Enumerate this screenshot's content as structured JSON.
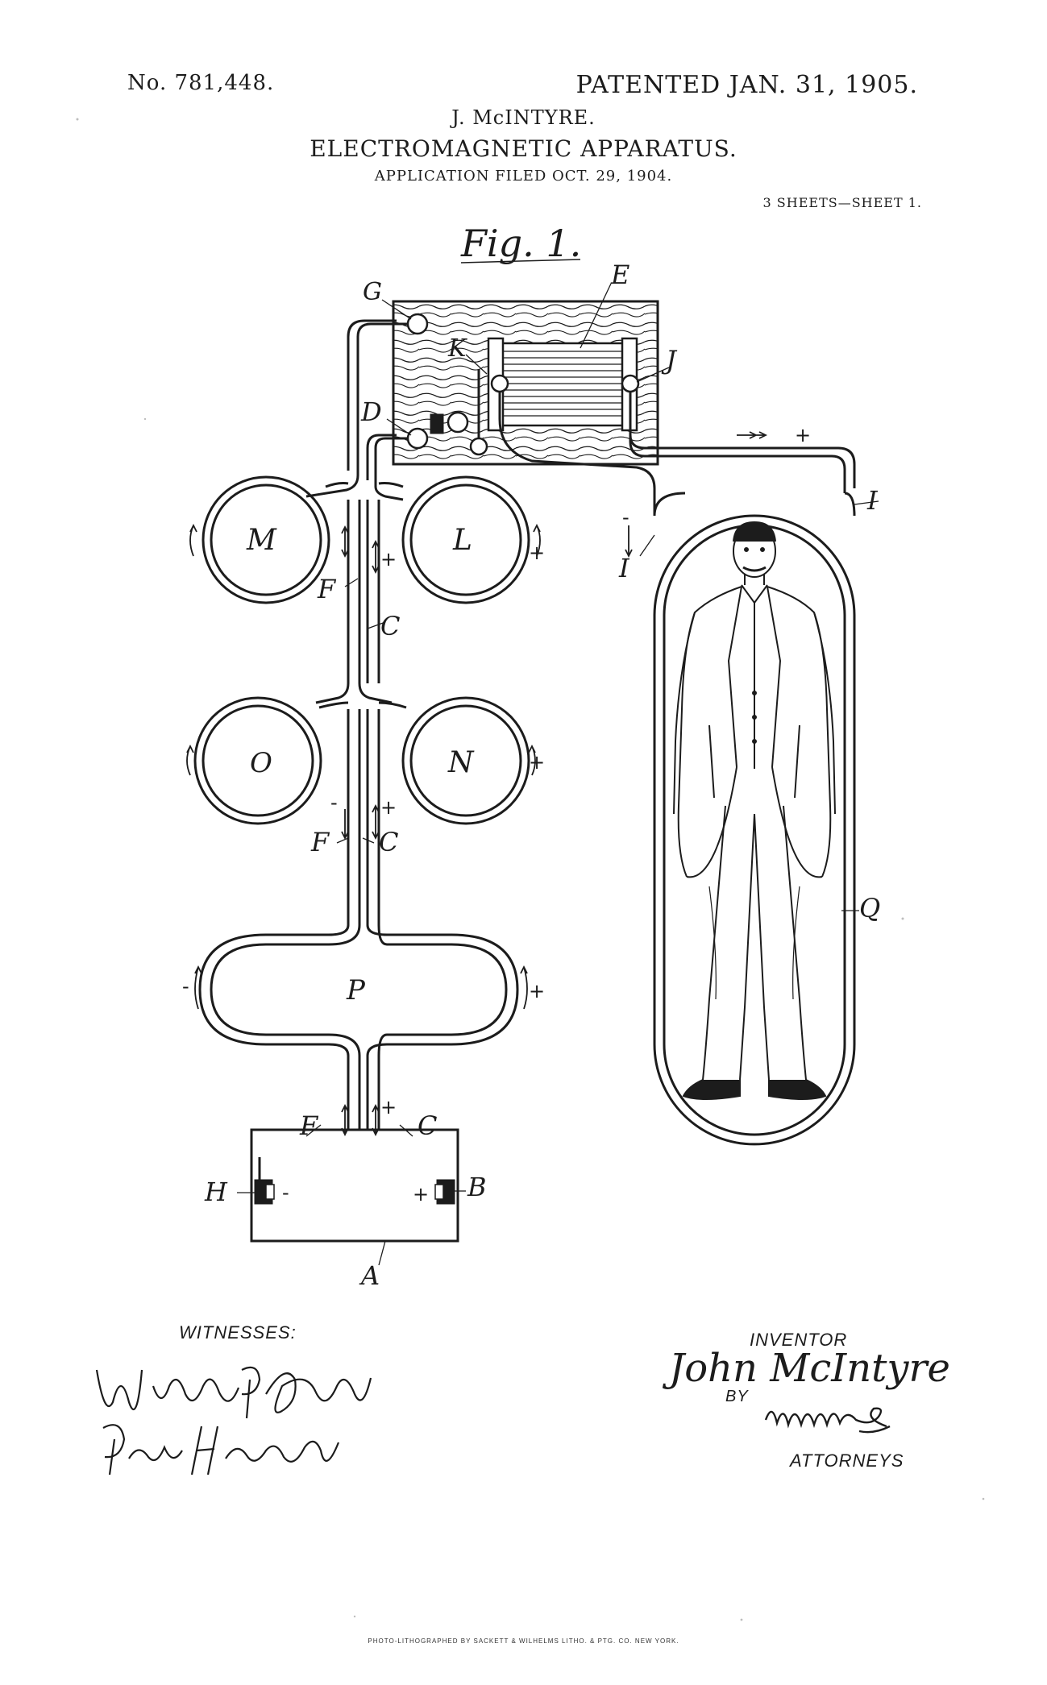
{
  "header": {
    "patent_number": "No. 781,448.",
    "patent_date": "PATENTED JAN. 31, 1905.",
    "inventor_name": "J. McINTYRE.",
    "title": "ELECTROMAGNETIC APPARATUS.",
    "application_filed": "APPLICATION FILED OCT. 29, 1904.",
    "sheet_count": "3 SHEETS—SHEET 1."
  },
  "figure": {
    "label": "Fig. 1.",
    "parts": {
      "A": "A",
      "B": "B",
      "C": "C",
      "D": "D",
      "E": "E",
      "F": "F",
      "G": "G",
      "H": "H",
      "I": "I",
      "J": "J",
      "K": "K",
      "L": "L",
      "M": "M",
      "N": "N",
      "O": "O",
      "P": "P",
      "Q": "Q"
    },
    "signs": {
      "plus": "+",
      "minus": "-"
    }
  },
  "footer": {
    "witnesses_label": "WITNESSES:",
    "inventor_label": "INVENTOR",
    "inventor_signature": "John McIntyre",
    "by_label": "BY",
    "attorneys_label": "ATTORNEYS",
    "lithographer_credit": "PHOTO-LITHOGRAPHED BY SACKETT & WILHELMS LITHO. & PTG. CO. NEW YORK."
  },
  "colors": {
    "ink": "#1c1c1c",
    "paper": "#ffffff"
  }
}
